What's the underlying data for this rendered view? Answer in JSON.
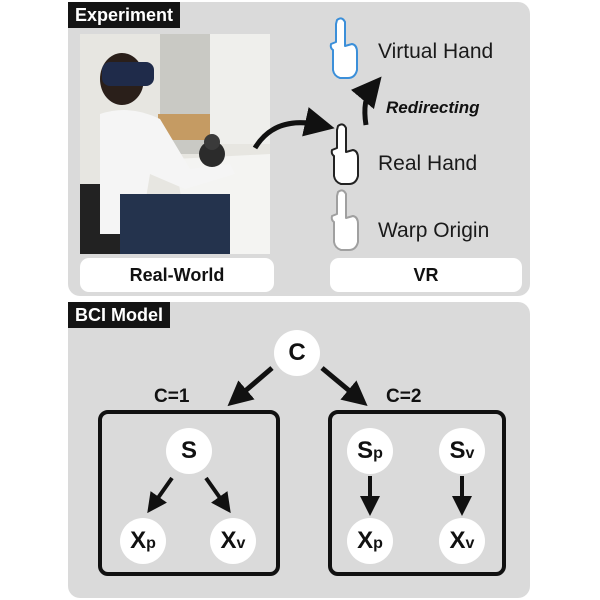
{
  "experiment": {
    "tag": "Experiment",
    "real_world_label": "Real-World",
    "vr_label": "VR",
    "virtual_hand_label": "Virtual Hand",
    "redirecting_label": "Redirecting",
    "real_hand_label": "Real Hand",
    "warp_origin_label": "Warp Origin"
  },
  "bci": {
    "tag": "BCI Model",
    "root": "C",
    "left_condition": "C=1",
    "right_condition": "C=2",
    "left": {
      "s_main": "S",
      "x_p_main": "X",
      "x_p_sub": "p",
      "x_v_main": "X",
      "x_v_sub": "v"
    },
    "right": {
      "s_p_main": "S",
      "s_p_sub": "p",
      "s_v_main": "S",
      "s_v_sub": "v",
      "x_p_main": "X",
      "x_p_sub": "p",
      "x_v_main": "X",
      "x_v_sub": "v"
    }
  },
  "colors": {
    "panel": "#dadada",
    "virtual_hand": "#3b8fd9",
    "real_hand": "#222222",
    "warp_origin": "#a0a0a0"
  }
}
